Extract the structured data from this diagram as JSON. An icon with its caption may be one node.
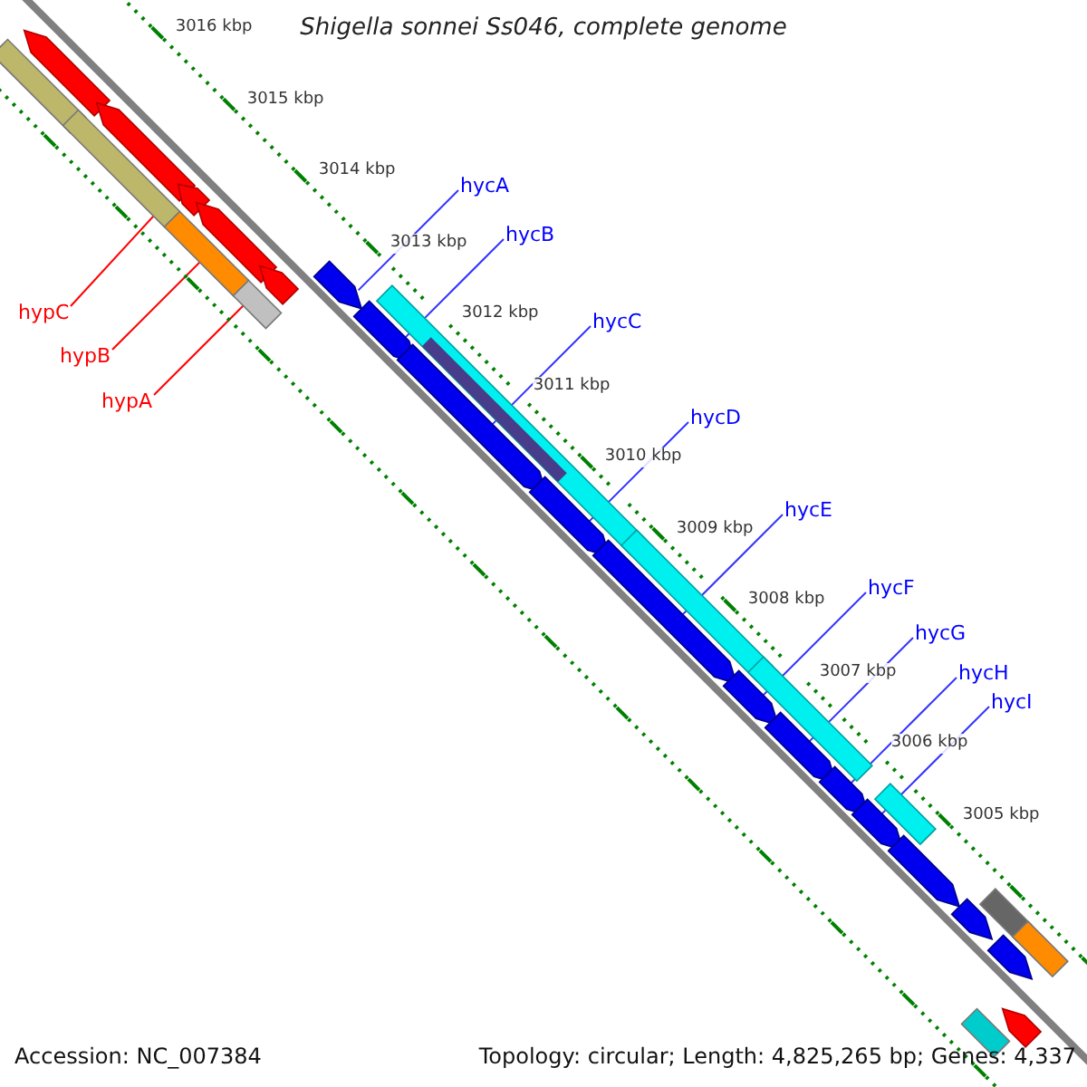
{
  "diagram": {
    "title": "Shigella sonnei Ss046, complete genome",
    "nodes": [
      {
        "text": [
          "hypC"
        ]
      },
      {
        "text": [
          "hypB"
        ]
      },
      {
        "text": [
          "hypA"
        ]
      },
      {
        "text": [
          "hycA"
        ]
      },
      {
        "text": [
          "hycB"
        ]
      },
      {
        "text": [
          "hycC"
        ]
      },
      {
        "text": [
          "hycD"
        ]
      },
      {
        "text": [
          "hycE"
        ]
      },
      {
        "text": [
          "hycF"
        ]
      },
      {
        "text": [
          "hycG"
        ]
      },
      {
        "text": [
          "hycH"
        ]
      },
      {
        "text": [
          "hycI"
        ]
      },
      {
        "text": [],
        "shape": "bar"
      },
      {
        "text": [],
        "shape": "arrow"
      },
      {
        "text": [],
        "shape": "bar"
      },
      {
        "text": [],
        "shape": "arrow"
      },
      {
        "text": [],
        "shape": "arrow"
      },
      {
        "text": [],
        "shape": "bar"
      },
      {
        "text": [],
        "shape": "arrow"
      },
      {
        "text": [],
        "shape": "arrow"
      },
      {
        "text": [],
        "shape": "bar"
      },
      {
        "text": [],
        "shape": "arrow"
      },
      {
        "text": [],
        "shape": "arrow"
      },
      {
        "text": [],
        "shape": "bar"
      },
      {
        "text": [],
        "shape": "arrow"
      },
      {
        "text": [],
        "shape": "bar",
        "in": 23
      },
      {
        "text": [],
        "shape": "arrow"
      },
      {
        "text": [],
        "shape": "arrow"
      },
      {
        "text": [],
        "shape": "bar"
      },
      {
        "text": [],
        "shape": "arrow"
      },
      {
        "text": [],
        "shape": "bar"
      },
      {
        "text": [],
        "shape": "arrow"
      },
      {
        "text": [],
        "shape": "arrow"
      },
      {
        "text": [],
        "shape": "arrow"
      },
      {
        "text": [],
        "shape": "bar"
      },
      {
        "text": [],
        "shape": "arrow"
      },
      {
        "text": [],
        "shape": "arrow"
      },
      {
        "text": [],
        "shape": "bar"
      },
      {
        "text": [],
        "shape": "arrow"
      },
      {
        "text": [],
        "shape": "bar"
      },
      {
        "text": [],
        "shape": "bar"
      },
      {
        "text": [],
        "shape": "arrow"
      }
    ],
    "edges": [
      {
        "from": 0,
        "to": 14,
        "arrow": "none",
        "color": "#ff0000"
      },
      {
        "from": 1,
        "to": 17,
        "arrow": "none",
        "color": "#ff0000"
      },
      {
        "from": 2,
        "to": 20,
        "arrow": "none",
        "color": "#ff0000"
      },
      {
        "from": 3,
        "to": 21,
        "arrow": "none"
      },
      {
        "from": 4,
        "to": 22,
        "arrow": "none"
      },
      {
        "from": 5,
        "to": 24,
        "arrow": "none"
      },
      {
        "from": 6,
        "to": 26,
        "arrow": "none"
      },
      {
        "from": 7,
        "to": 27,
        "arrow": "none"
      },
      {
        "from": 8,
        "to": 29,
        "arrow": "none"
      },
      {
        "from": 9,
        "to": 31,
        "arrow": "none"
      },
      {
        "from": 10,
        "to": 32,
        "arrow": "none"
      },
      {
        "from": 11,
        "to": 33,
        "arrow": "none"
      }
    ],
    "labels": [
      "3016 kbp",
      "3015 kbp",
      "3014 kbp",
      "3013 kbp",
      "3012 kbp",
      "3011 kbp",
      "3010 kbp",
      "3009 kbp",
      "3008 kbp",
      "3007 kbp",
      "3006 kbp",
      "3005 kbp",
      "Accession: NC_007384",
      "Topology: circular; Length: 4,825,265 bp; Genes: 4,337"
    ]
  }
}
